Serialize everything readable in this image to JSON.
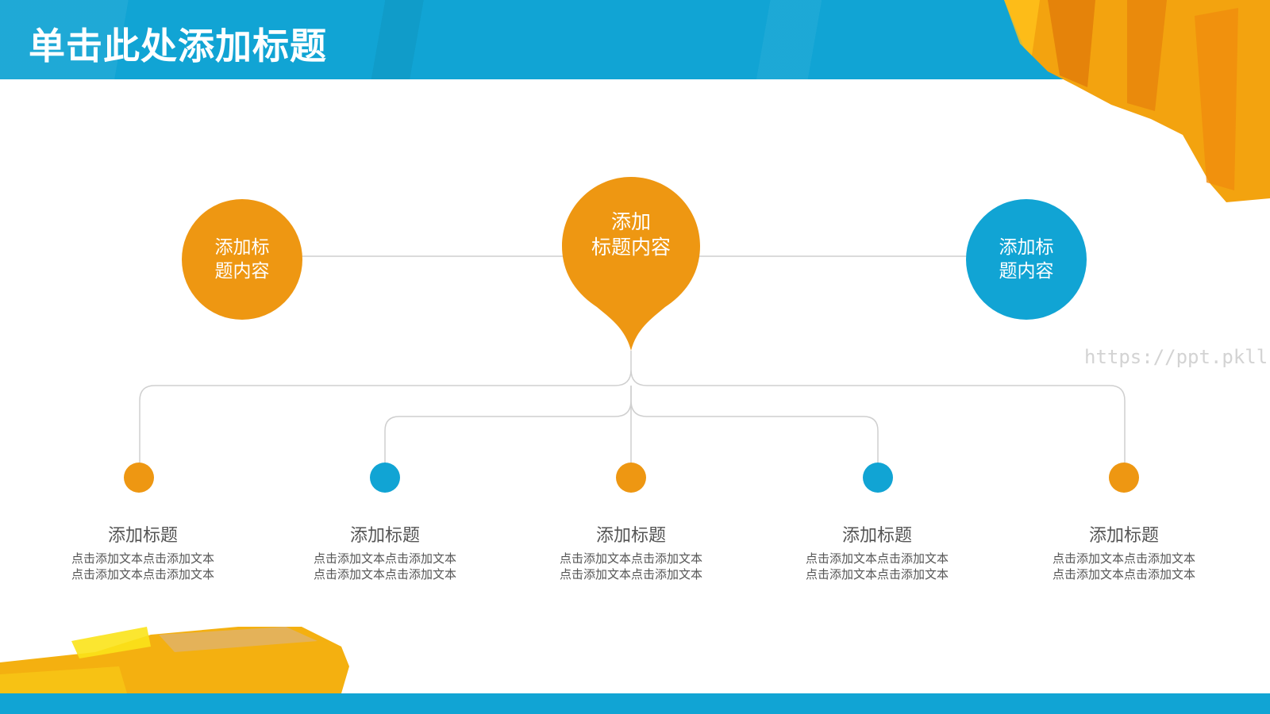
{
  "slide": {
    "title": "单击此处添加标题",
    "watermark": "https://ppt.pkll.de"
  },
  "colors": {
    "orange": "#ee9712",
    "blue": "#11a4d4",
    "connector": "#cfcfcf",
    "text": "#555555"
  },
  "top_nodes": [
    {
      "label": "添加标\n题内容",
      "color": "orange"
    },
    {
      "label": "添加\n标题内容",
      "color": "orange"
    },
    {
      "label": "添加标\n题内容",
      "color": "blue"
    }
  ],
  "items": [
    {
      "title": "添加标题",
      "desc": "点击添加文本点击添加文本点击添加文本点击添加文本",
      "color": "orange"
    },
    {
      "title": "添加标题",
      "desc": "点击添加文本点击添加文本点击添加文本点击添加文本",
      "color": "blue"
    },
    {
      "title": "添加标题",
      "desc": "点击添加文本点击添加文本点击添加文本点击添加文本",
      "color": "orange"
    },
    {
      "title": "添加标题",
      "desc": "点击添加文本点击添加文本点击添加文本点击添加文本",
      "color": "blue"
    },
    {
      "title": "添加标题",
      "desc": "点击添加文本点击添加文本点击添加文本点击添加文本",
      "color": "orange"
    }
  ]
}
